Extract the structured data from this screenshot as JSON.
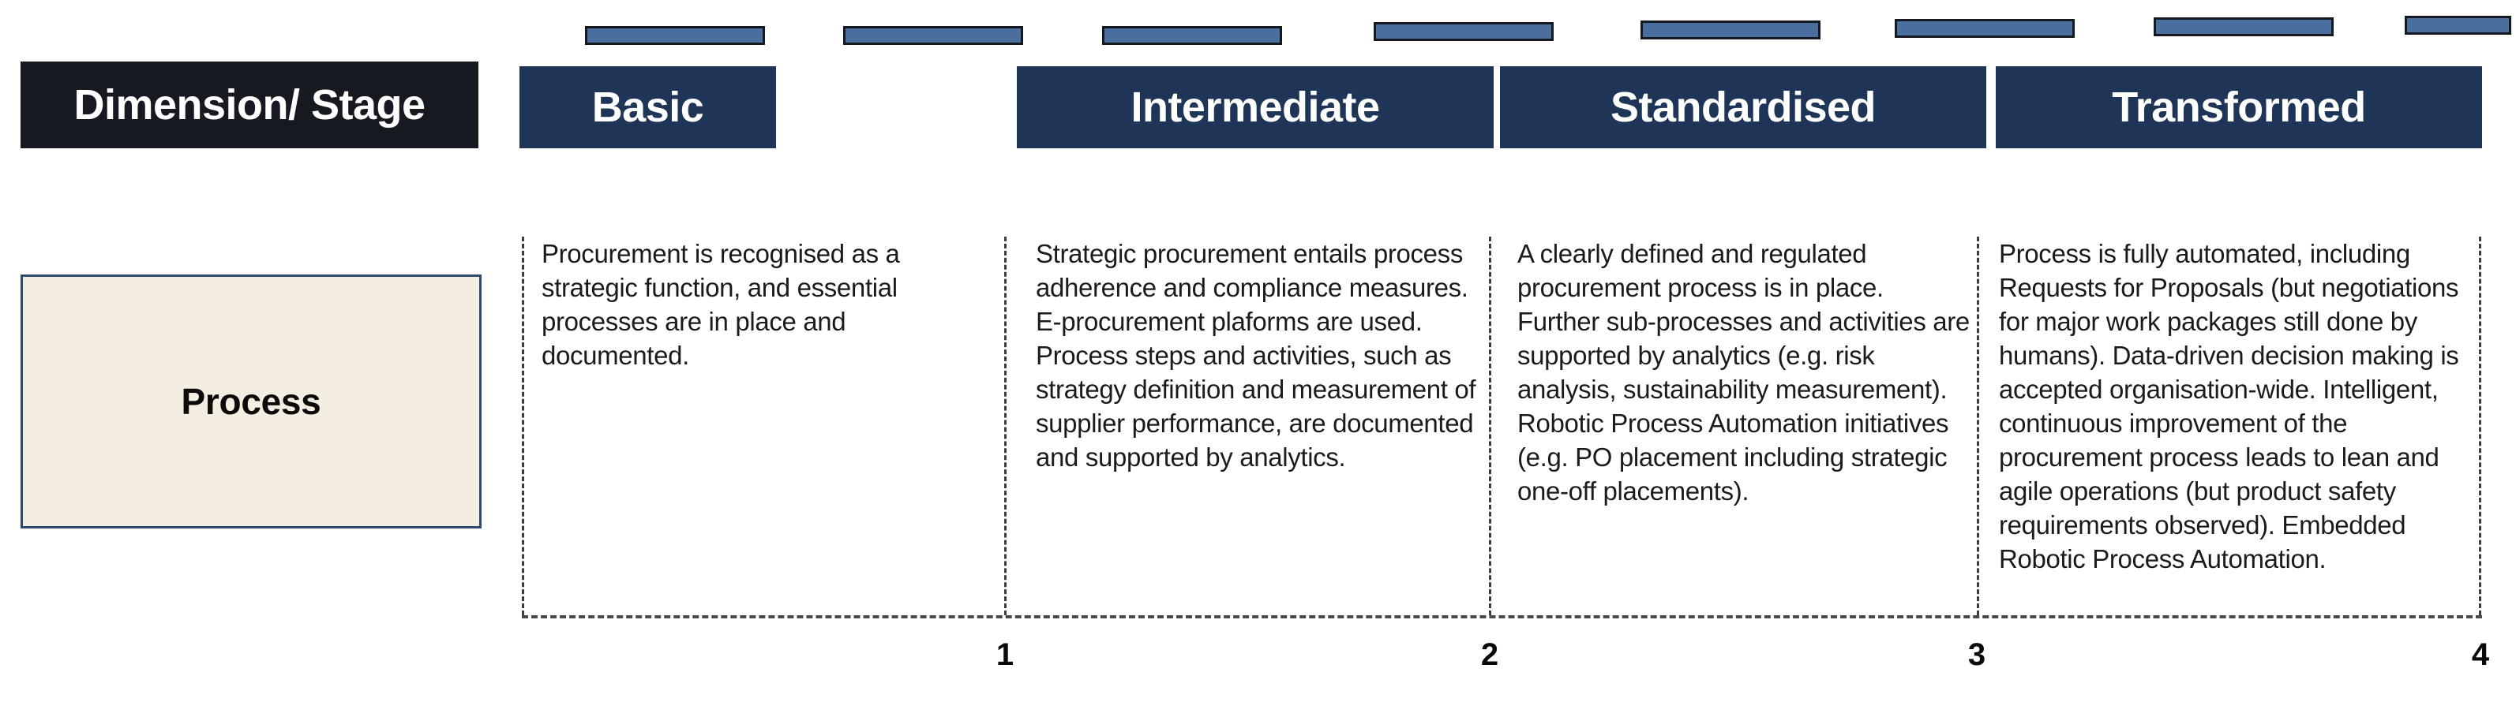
{
  "palette": {
    "dimension_header_bg": "#16191f",
    "column_header_bg": "#1e3558",
    "minibar_fill": "#4a6f9e",
    "minibar_border": "#14181f",
    "row_label_bg": "#f4ede2",
    "row_label_border": "#2e4a72",
    "body_text": "#1b1b1b",
    "dash_color": "#4a4a4a",
    "page_bg": "#ffffff"
  },
  "matrix": {
    "dimension_header": "Dimension/ Stage",
    "columns": [
      {
        "label": "Basic",
        "scale": "1"
      },
      {
        "label": "Intermediate",
        "scale": "2"
      },
      {
        "label": "Standardised",
        "scale": "3"
      },
      {
        "label": "Transformed",
        "scale": "4"
      }
    ],
    "rows": [
      {
        "label": "Process",
        "cells": [
          "Procurement is recognised as a strategic function, and essential processes are in place and documented.",
          "Strategic procurement entails process adherence and compliance measures.\nE-procurement plaforms are used.\nProcess steps and activities, such as strategy definition and measurement of supplier performance,  are documented and supported by analytics.",
          "A clearly defined and regulated procurement process is in place.\nFurther sub-processes and activities are supported by analytics (e.g. risk analysis, sustainability measurement).\nRobotic Process Automation initiatives (e.g. PO placement including strategic one-off placements).",
          "Process is fully automated, including Requests for Proposals (but negotiations for major work packages still done by humans). Data-driven decision making is accepted organisation-wide. Intelligent, continuous improvement of the procurement process leads to lean and agile operations (but product safety requirements observed). Embedded Robotic Process Automation."
        ]
      }
    ],
    "progress_bars": [
      {
        "name": "progress-bar-1"
      },
      {
        "name": "progress-bar-2"
      },
      {
        "name": "progress-bar-3"
      },
      {
        "name": "progress-bar-4"
      },
      {
        "name": "progress-bar-5"
      },
      {
        "name": "progress-bar-6"
      },
      {
        "name": "progress-bar-7"
      },
      {
        "name": "progress-bar-8"
      }
    ]
  }
}
